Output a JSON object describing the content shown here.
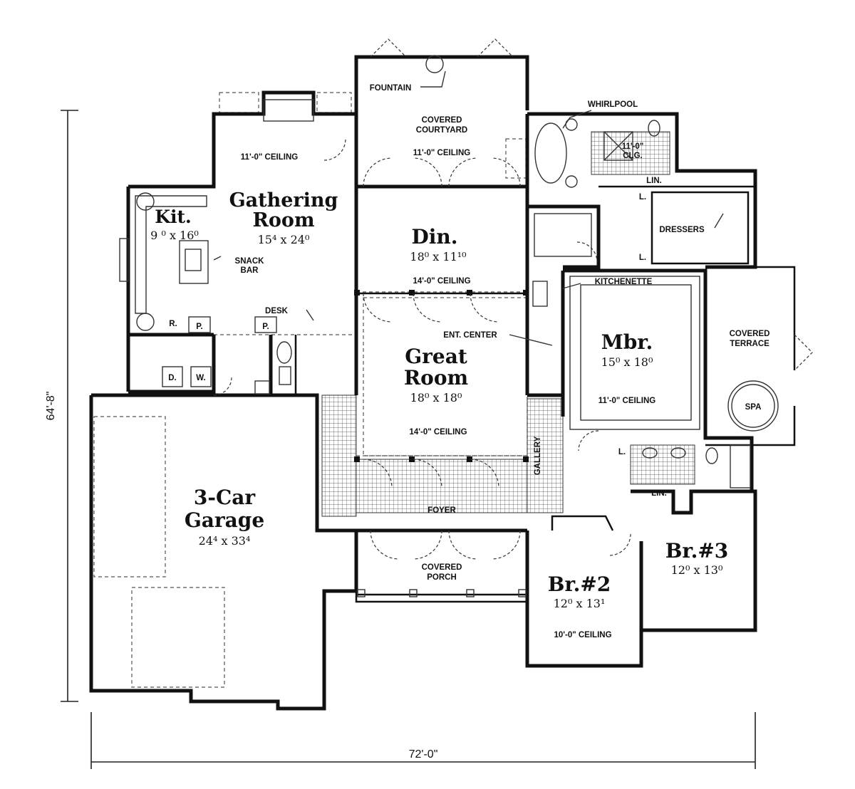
{
  "plan": {
    "rooms": {
      "gathering": {
        "name_1": "Gathering",
        "name_2": "Room",
        "size": "15⁴ x 24⁰",
        "ceiling": "11'-0\" CEILING"
      },
      "kitchen": {
        "name": "Kit.",
        "size": "9 ⁰ x 16⁰",
        "snack_1": "SNACK",
        "snack_2": "BAR"
      },
      "dining": {
        "name": "Din.",
        "size": "18⁰ x 11¹⁰",
        "ceiling": "14'-0\" CEILING"
      },
      "great": {
        "name_1": "Great",
        "name_2": "Room",
        "size": "18⁰ x 18⁰",
        "ceiling": "14'-0\" CEILING"
      },
      "garage": {
        "name_1": "3-Car",
        "name_2": "Garage",
        "size": "24⁴ x 33⁴"
      },
      "master": {
        "name": "Mbr.",
        "size": "15⁰ x 18⁰",
        "ceiling": "11'-0\" CEILING"
      },
      "bed2": {
        "name": "Br.#2",
        "size": "12⁰ x 13¹",
        "ceiling": "10'-0\" CEILING"
      },
      "bed3": {
        "name": "Br.#3",
        "size": "12⁰ x 13⁰"
      },
      "courtyard": {
        "line_1": "COVERED",
        "line_2": "COURTYARD",
        "ceiling": "11'-0\" CEILING",
        "fountain": "FOUNTAIN"
      },
      "terrace": {
        "line_1": "COVERED",
        "line_2": "TERRACE",
        "spa": "SPA"
      },
      "porch": {
        "line_1": "COVERED",
        "line_2": "PORCH"
      },
      "master_bath": {
        "whirlpool": "WHIRLPOOL",
        "clg_1": "11'-0\"",
        "clg_2": "CLG.",
        "lin": "LIN."
      }
    },
    "labels": {
      "desk": "DESK",
      "pantry": "P.",
      "refrigerator": "R.",
      "dryer": "D.",
      "washer": "W.",
      "ent_center": "ENT. CENTER",
      "kitchenette": "KITCHENETTE",
      "dressers": "DRESSERS",
      "gallery": "GALLERY",
      "foyer": "FOYER",
      "linen": "LIN.",
      "linen_short": "L."
    },
    "dimensions": {
      "height": "64'-8\"",
      "width": "72'-0\""
    }
  }
}
